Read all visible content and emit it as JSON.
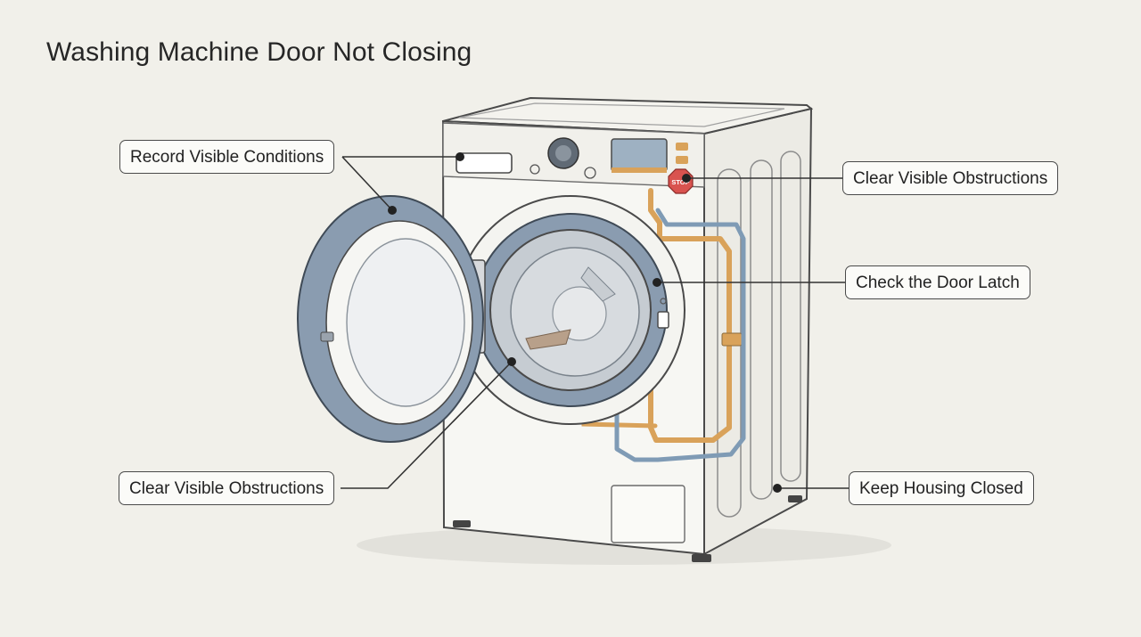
{
  "title": "Washing Machine Door Not Closing",
  "callouts": {
    "record": "Record Visible Conditions",
    "clear_top": "Clear Visible Obstructions",
    "latch": "Check the Door Latch",
    "clear_bottom": "Clear Visible Obstructions",
    "housing": "Keep Housing Closed"
  },
  "stop_sign": "STOP",
  "colors": {
    "background": "#f1f0ea",
    "outline": "#4a4a4a",
    "gasket": "#8a9cb0",
    "copper_pipe": "#d9a25a",
    "blue_hose": "#7f9bb5",
    "stop_red": "#d9534f"
  }
}
